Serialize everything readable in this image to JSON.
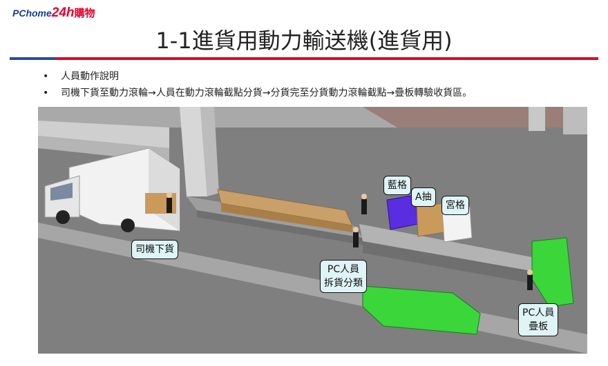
{
  "logo": {
    "brand": "PChome",
    "num": "24h",
    "shop": "購物"
  },
  "title": "1-1進貨用動力輸送機(進貨用)",
  "bullets": [
    "人員動作說明",
    "司機下貨至動力滾輪→人員在動力滾輪截點分貨→分貨完至分貨動力滾輪截點→疊板轉驗收貨區。"
  ],
  "labels": {
    "driver": "司機下貨",
    "blue": "藍格",
    "a_drawer": "A抽",
    "palace": "宮格",
    "pc_sort_1": "PC人員",
    "pc_sort_2": "拆貨分類",
    "pc_stack_1": "PC人員",
    "pc_stack_2": "疊板"
  },
  "colors": {
    "brand_blue": "#1a3b8f",
    "brand_red": "#e4002b",
    "rule_blue": "#1f4f9e",
    "pallet_green": "#3ad63a",
    "crate_blue": "#5b2de0",
    "label_bg": "#dff4f7"
  }
}
